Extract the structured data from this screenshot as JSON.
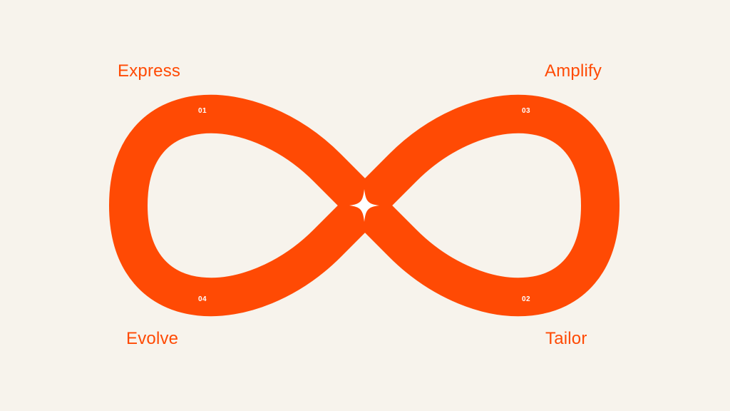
{
  "colors": {
    "background": "#f7f3ec",
    "accent": "#ff4a04",
    "on_accent": "#ffffff"
  },
  "stages": [
    {
      "id": "express",
      "label": "Express",
      "number": "01"
    },
    {
      "id": "tailor",
      "label": "Tailor",
      "number": "02"
    },
    {
      "id": "amplify",
      "label": "Amplify",
      "number": "03"
    },
    {
      "id": "evolve",
      "label": "Evolve",
      "number": "04"
    }
  ],
  "center_icon": "sparkle-icon"
}
